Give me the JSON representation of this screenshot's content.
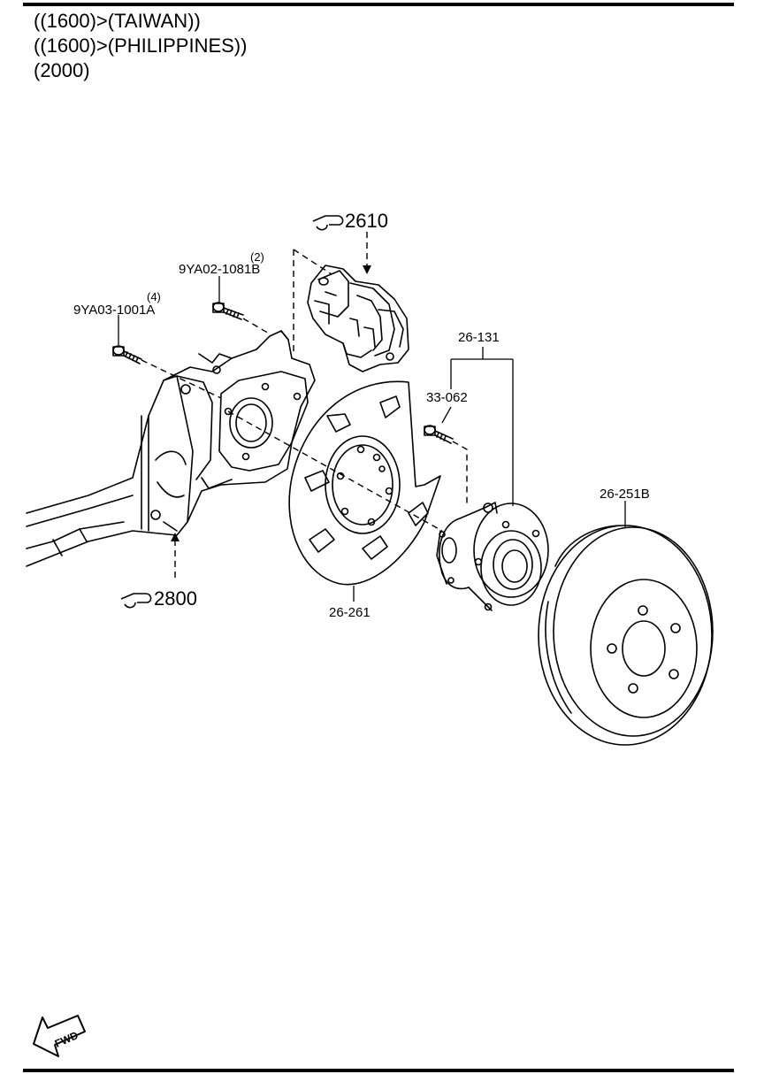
{
  "header": {
    "lines": [
      "((1600)>(TAIWAN))",
      "((1600)>(PHILIPPINES))",
      "(2000)"
    ]
  },
  "refs": {
    "caliper": "2610",
    "knuckle": "2800"
  },
  "parts": {
    "bolt_caliper": {
      "number": "9YA02-1081B",
      "qty": "(2)"
    },
    "bolt_knuckle": {
      "number": "9YA03-1001A",
      "qty": "(4)"
    },
    "hub_assembly": {
      "number": "26-131"
    },
    "hub_bolt": {
      "number": "33-062"
    },
    "dust_shield": {
      "number": "26-261"
    },
    "brake_disc": {
      "number": "26-251B"
    }
  },
  "fwd_label": "FWD"
}
